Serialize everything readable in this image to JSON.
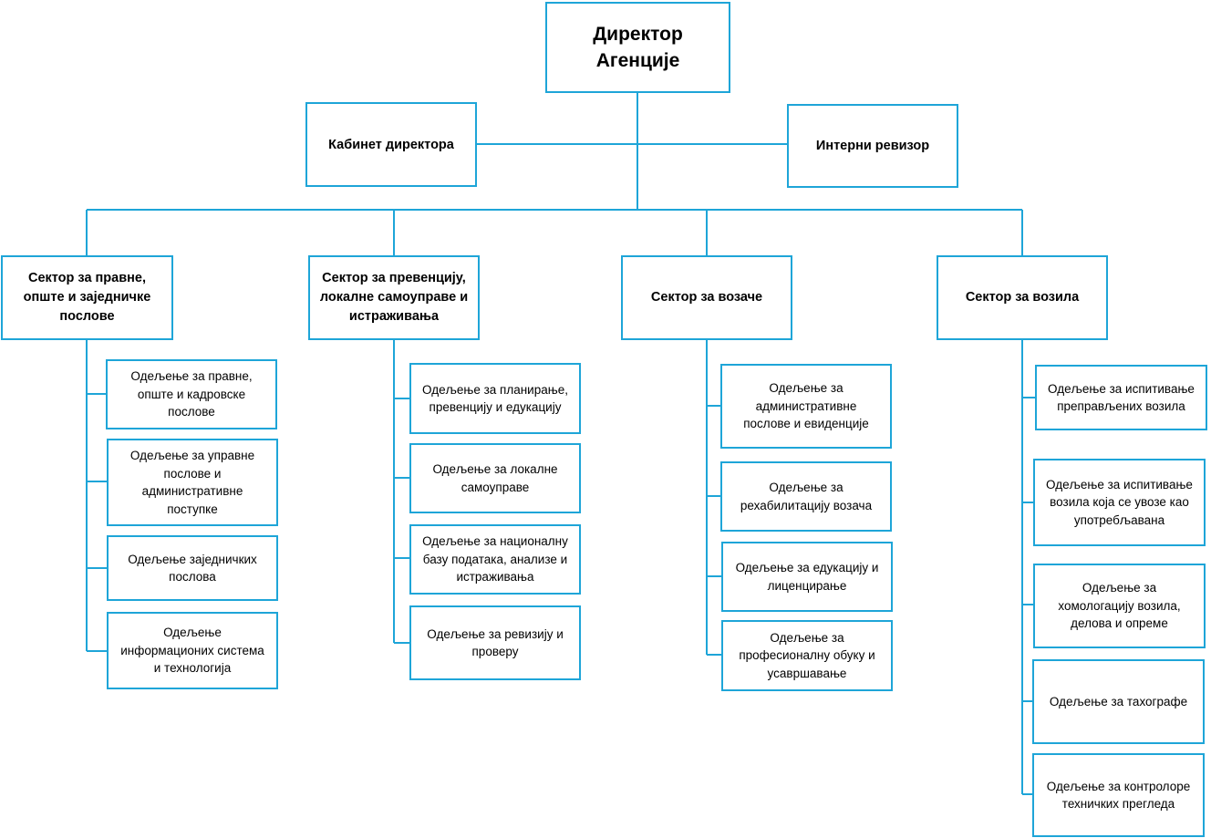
{
  "colors": {
    "line": "#1ea5d8",
    "border": "#1ea5d8"
  },
  "director": {
    "label": "Директор\nАгенције"
  },
  "staff": [
    {
      "label": "Кабинет директора"
    },
    {
      "label": "Интерни ревизор"
    }
  ],
  "sectors": [
    {
      "label": "Сектор за правне,\nопште и заједничке\nпослове",
      "departments": [
        {
          "label": "Одељење за правне,\nопште и кадровске\nпослове"
        },
        {
          "label": "Одељење за управне\nпослове и\nадминистративне\nпоступке"
        },
        {
          "label": "Одељење заједничких\nпослова"
        },
        {
          "label": "Одељење\nинформационих система\nи технологија"
        }
      ]
    },
    {
      "label": "Сектор за превенцију,\nлокалне самоуправе и\nистраживања",
      "departments": [
        {
          "label": "Одељење за планирање,\nпревенцију и едукацију"
        },
        {
          "label": "Одељење за локалне\nсамоуправе"
        },
        {
          "label": "Одељење за националну\nбазу података, анализе и\nистраживања"
        },
        {
          "label": "Одељење за ревизију и\nпроверу"
        }
      ]
    },
    {
      "label": "Сектор за возаче",
      "departments": [
        {
          "label": "Одељење за\nадминистративне\nпослове и евиденције"
        },
        {
          "label": "Одељење за\nрехабилитацију возача"
        },
        {
          "label": "Одељење за едукацију и\nлиценцирање"
        },
        {
          "label": "Одељење за\nпрофесионалну обуку и\nусавршавање"
        }
      ]
    },
    {
      "label": "Сектор за возила",
      "departments": [
        {
          "label": "Одељење за испитивање\nпреправљених возила"
        },
        {
          "label": "Одељење за испитивање\nвозила која се увозе као\nупотребљавана"
        },
        {
          "label": "Одељење за\nхомологацију возила,\nделова и опреме"
        },
        {
          "label": "Одељење за тахографе"
        },
        {
          "label": "Одељење за контролоре\nтехничких прегледа"
        }
      ]
    }
  ]
}
